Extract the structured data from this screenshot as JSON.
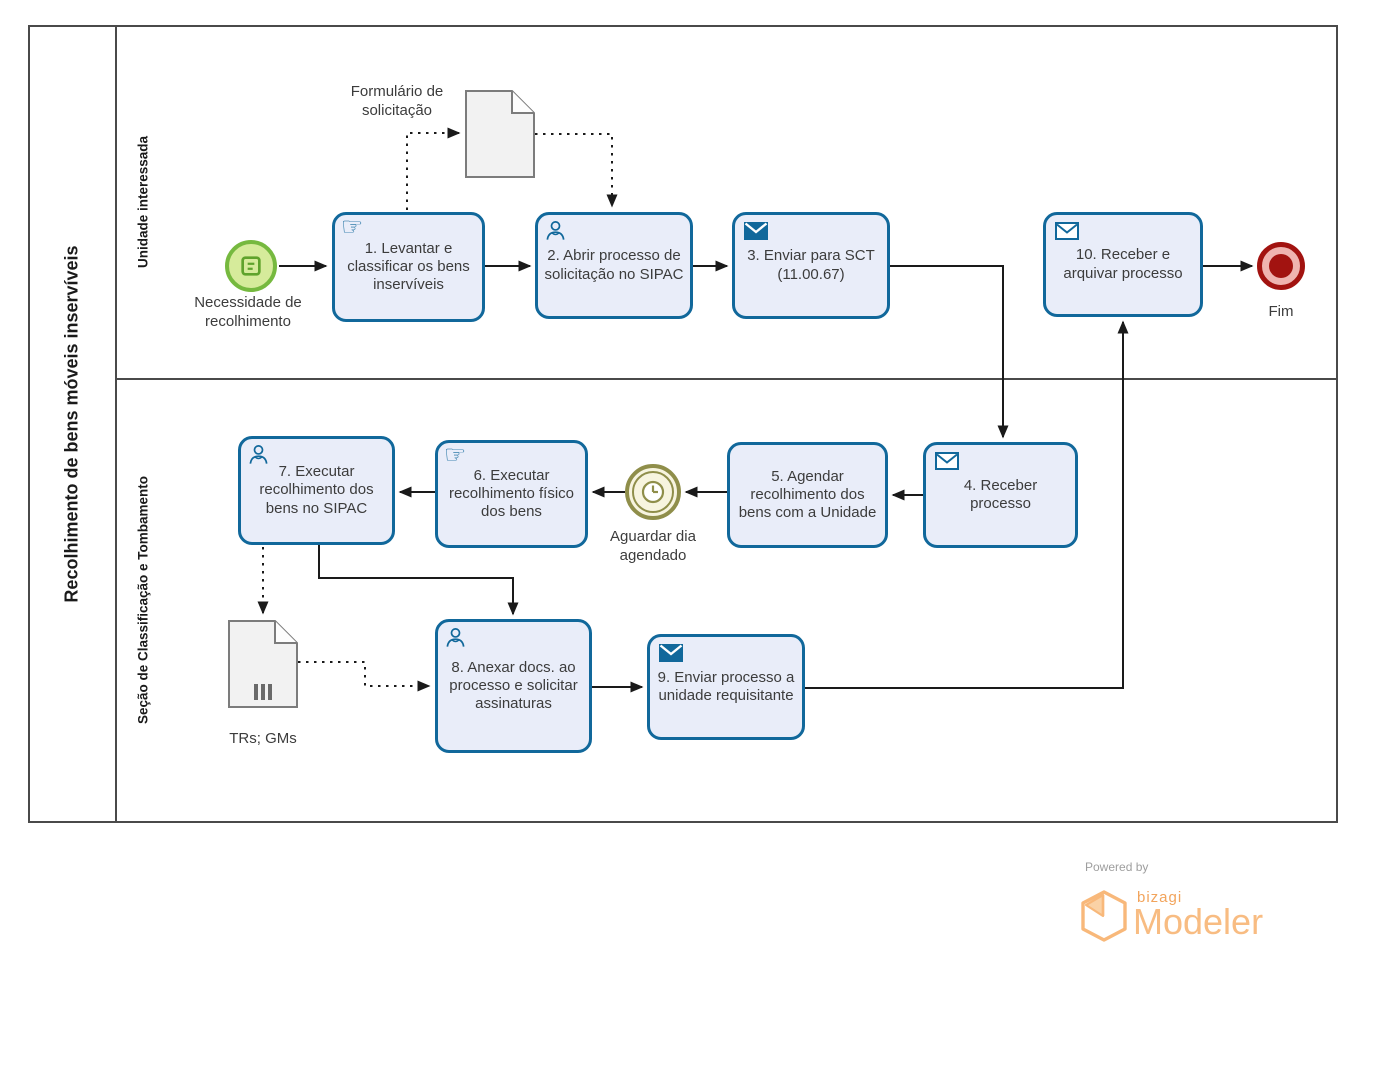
{
  "diagram": {
    "pool": {
      "title": "Recolhimento de bens móveis inservíveis"
    },
    "lanes": [
      {
        "label": "Unidade interessada"
      },
      {
        "label": "Seção de Classificação e Tombamento"
      }
    ],
    "start_event": {
      "label": "Necessidade de recolhimento",
      "icon": "form-icon"
    },
    "end_event": {
      "label": "Fim"
    },
    "timer_event": {
      "label": "Aguardar dia agendado",
      "icon": "clock-icon"
    },
    "tasks": [
      {
        "num": "1",
        "label": "1. Levantar e classificar os bens inservíveis",
        "icon": "manual-hand-icon"
      },
      {
        "num": "2",
        "label": "2. Abrir processo de solicitação no SIPAC",
        "icon": "user-icon"
      },
      {
        "num": "3",
        "label": "3. Enviar para SCT (11.00.67)",
        "icon": "send-envelope-icon"
      },
      {
        "num": "4",
        "label": "4. Receber processo",
        "icon": "receive-envelope-icon"
      },
      {
        "num": "5",
        "label": "5. Agendar recolhimento dos bens com a Unidade",
        "icon": "none"
      },
      {
        "num": "6",
        "label": "6. Executar recolhimento físico dos bens",
        "icon": "manual-hand-icon"
      },
      {
        "num": "7",
        "label": "7. Executar recolhimento dos bens no SIPAC",
        "icon": "user-icon"
      },
      {
        "num": "8",
        "label": "8. Anexar docs. ao processo e solicitar assinaturas",
        "icon": "user-icon"
      },
      {
        "num": "9",
        "label": "9. Enviar processo a unidade requisitante",
        "icon": "send-envelope-icon"
      },
      {
        "num": "10",
        "label": "10. Receber e arquivar processo",
        "icon": "receive-envelope-icon"
      }
    ],
    "artifacts": [
      {
        "label": "Formulário de solicitação",
        "type": "document"
      },
      {
        "label": "TRs; GMs",
        "type": "document"
      }
    ],
    "colors": {
      "task-border": "#11689B",
      "task-fill": "#E9EDF9",
      "start-border": "#76B93F",
      "start-fill": "#D6EB9B",
      "end-red": "#A21310",
      "end-ring": "#EFB4B0",
      "timer-olive": "#8F8E4A",
      "timer-fill": "#F7F4DF",
      "doc-border": "#7C7C7C",
      "doc-fill": "#F2F2F2",
      "line": "#1A1A1A",
      "brand-orange": "#F8BC82",
      "brand-orange-dark": "#F2A45C"
    }
  },
  "footer": {
    "powered_by": "Powered by",
    "brand": "bizagi",
    "product": "Modeler"
  }
}
